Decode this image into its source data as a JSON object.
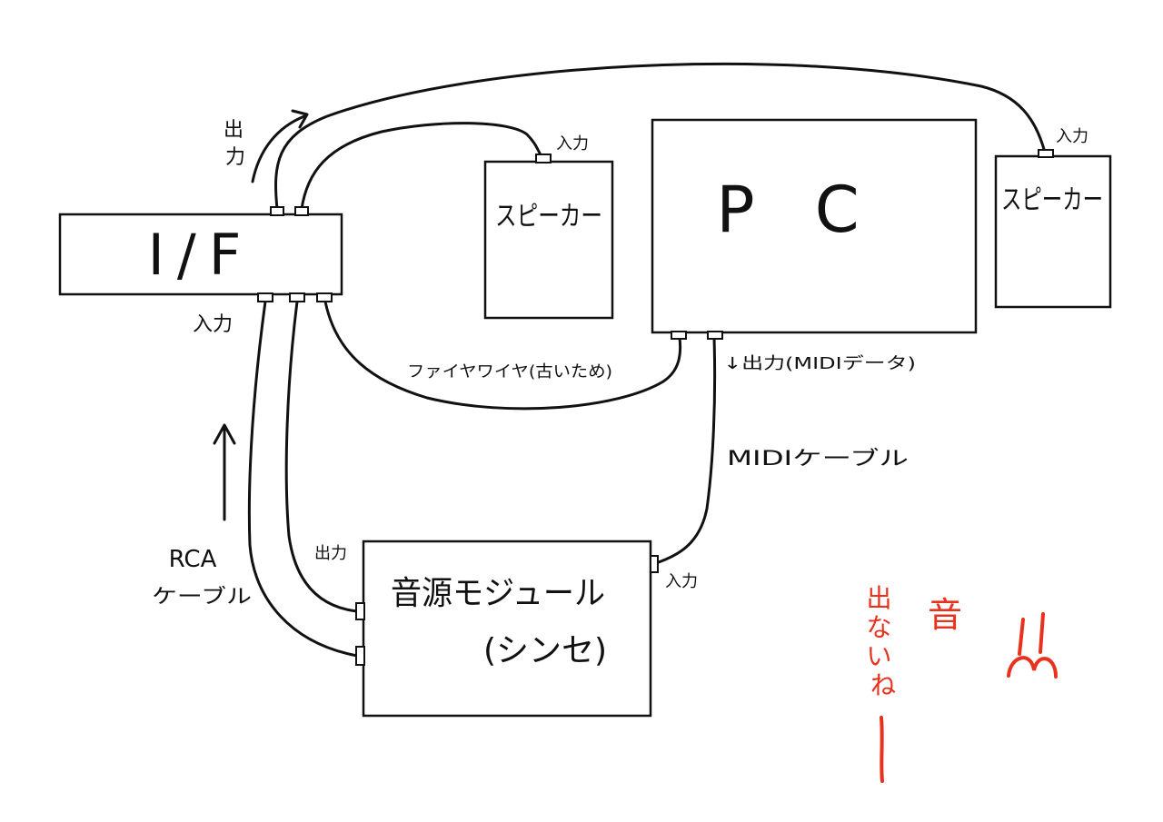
{
  "devices": {
    "interface": "I/F",
    "pc": "P C",
    "speaker_left": "スピーカー",
    "speaker_right": "スピーカー",
    "sound_module": "音源モジュール",
    "sound_module_sub": "(シンセ)"
  },
  "labels": {
    "if_output": "出力",
    "if_input": "入力",
    "speaker_left_input": "入力",
    "speaker_right_input": "入力",
    "pc_output": "↓出力(MIDIデータ)",
    "firewire": "ファイヤワイヤ(古いため)",
    "midi_cable": "MIDIケーブル",
    "module_output": "出力",
    "module_input": "入力",
    "rca_cable_line1": "RCA",
    "rca_cable_line2": "ケーブル"
  },
  "note": {
    "sound": "音",
    "not_out": "出ないね",
    "emoticon": "||\\(∩)"
  },
  "colors": {
    "ink": "#111111",
    "note_red": "#e8321e"
  }
}
